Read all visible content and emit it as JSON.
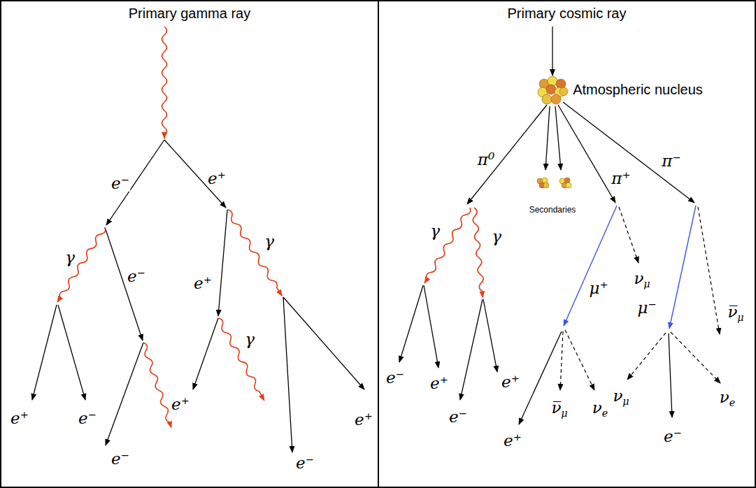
{
  "diagram": {
    "nodes": [
      {
        "text": [
          "Primary gamma ray"
        ]
      },
      {
        "text": [
          "Primary cosmic ray"
        ]
      }
    ],
    "labels": [
      "e⁻",
      "e⁺",
      "γ",
      "e⁻",
      "e⁺",
      "e⁻",
      "e⁻",
      "e⁺",
      "γ",
      "e⁺",
      "γ",
      "e⁻",
      "e⁺",
      "Atmospheric nucleus",
      "π⁰",
      "Secondaries",
      "π⁺",
      "π⁻",
      "γ",
      "γ",
      "e⁻",
      "e⁺",
      "e⁻",
      "e⁺",
      "μ⁺",
      "νμ",
      "μ⁻",
      "ν̅μ",
      "e⁺",
      "ν̅μ",
      "νe",
      "νμ",
      "e⁻",
      "νe"
    ]
  }
}
